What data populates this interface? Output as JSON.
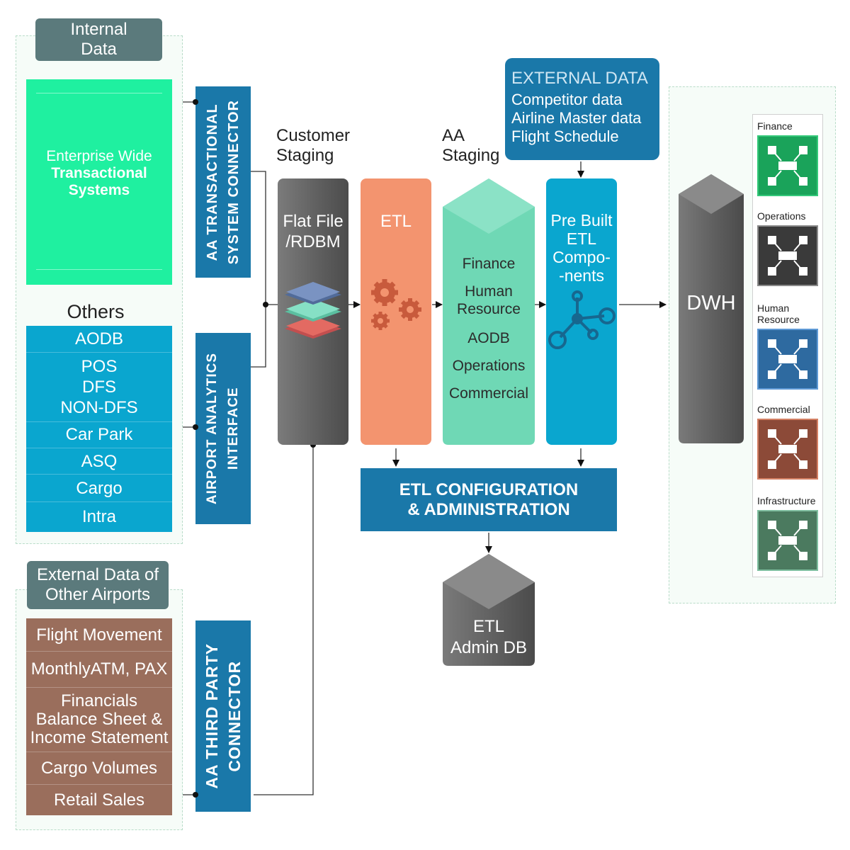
{
  "internal": {
    "tag_line1": "Internal",
    "tag_line2": "Data",
    "enterprise_line1": "Enterprise Wide",
    "enterprise_line2": "Transactional",
    "enterprise_line3": "Systems",
    "others_heading": "Others",
    "others_items": [
      "AODB",
      "POS",
      "DFS",
      "NON-DFS",
      "Car Park",
      "ASQ",
      "Cargo",
      "Intra"
    ]
  },
  "external_airports": {
    "tag_line1": "External Data of",
    "tag_line2": "Other Airports",
    "items": [
      "Flight Movement",
      "MonthlyATM, PAX",
      "Financials",
      "Balance Sheet &",
      "Income Statement",
      "Cargo Volumes",
      "Retail Sales"
    ]
  },
  "connectors": {
    "transactional": "AA TRANSACTIONAL\nSYSTEM CONNECTOR",
    "analytics": "AIRPORT ANALYTICS\nINTERFACE",
    "third_party": "AA THIRD PARTY\nCONNECTOR"
  },
  "customer_staging": {
    "heading_line1": "Customer",
    "heading_line2": "Staging",
    "label_line1": "Flat File",
    "label_line2": "/RDBM"
  },
  "etl": {
    "label": "ETL"
  },
  "aa_staging": {
    "heading_line1": "AA",
    "heading_line2": "Staging",
    "items": [
      "Finance",
      "Human",
      "Resource",
      "AODB",
      "Operations",
      "Commercial"
    ]
  },
  "external_data": {
    "title": "EXTERNAL DATA",
    "items": [
      "Competitor data",
      "Airline Master data",
      "Flight Schedule"
    ]
  },
  "prebuilt": {
    "line1": "Pre Built",
    "line2": "ETL",
    "line3": "Compo-",
    "line4": "-nents"
  },
  "etl_config": {
    "line1": "ETL CONFIGURATION",
    "line2": "& ADMINISTRATION"
  },
  "etl_admin_db": {
    "line1": "ETL",
    "line2": "Admin DB"
  },
  "dwh": {
    "label": "DWH"
  },
  "modules": [
    {
      "label": "Finance",
      "fill": "#1aa35a",
      "border": "#35c97a"
    },
    {
      "label": "Operations",
      "fill": "#3a3a3a",
      "border": "#8a8a8a"
    },
    {
      "label_line1": "Human",
      "label_line2": "Resource",
      "fill": "#2e6aa0",
      "border": "#5f9ad6"
    },
    {
      "label": "Commercial",
      "fill": "#8c4a38",
      "border": "#d48064"
    },
    {
      "label": "Infrastructure",
      "fill": "#4b7a5f",
      "border": "#7fbfa0"
    }
  ],
  "colors": {
    "teal_tag": "#5b7a7c",
    "mint": "#1ff0a0",
    "cyan": "#0aa6cf",
    "brown": "#9a6e5c",
    "connector_blue": "#1a78a9",
    "etl_orange": "#f3946f",
    "staging_green": "#6fd8b5",
    "prebuilt_cyan": "#0aa6cf",
    "gray_cyl": "#6e6e6e"
  }
}
